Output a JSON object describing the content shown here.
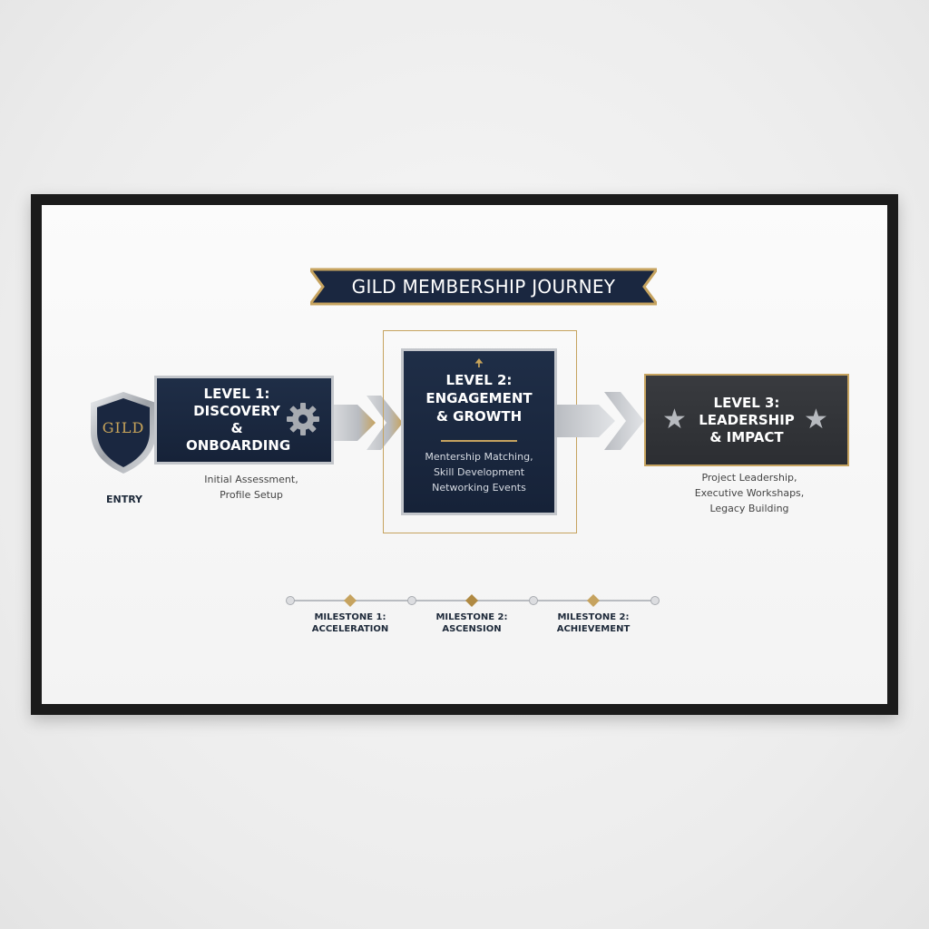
{
  "diagram": {
    "title": "GILD MEMBERSHIP JOURNEY",
    "entry": {
      "logo_text": "GILD",
      "label": "ENTRY"
    },
    "levels": [
      {
        "title_line1": "LEVEL 1:",
        "title_line2": "DISCOVERY &",
        "title_line3": "ONBOARDING",
        "icon": "gear-icon",
        "caption_line1": "Initial Assessment,",
        "caption_line2": "Profile Setup"
      },
      {
        "title_line1": "LEVEL 2:",
        "title_line2": "ENGAGEMENT",
        "title_line3": "& GROWTH",
        "icon": "up-arrow-icon",
        "up_glyph": "🠉",
        "desc_line1": "Mentership Matching,",
        "desc_line2": "Skill Development",
        "desc_line3": "Networking Events"
      },
      {
        "title_line1": "LEVEL 3:",
        "title_line2": "LEADERSHIP",
        "title_line3": "& IMPACT",
        "icon": "star-icon",
        "star_glyph": "★",
        "caption_line1": "Project Leadership,",
        "caption_line2": "Executive Workshaps,",
        "caption_line3": "Legacy Building"
      }
    ],
    "milestones": [
      {
        "line1": "MILESTONE 1:",
        "line2": "ACCELERATION"
      },
      {
        "line1": "MILESTONE 2:",
        "line2": "ASCENSION"
      },
      {
        "line1": "MILESTONE 2:",
        "line2": "ACHIEVEMENT"
      }
    ],
    "colors": {
      "navy": "#1a2740",
      "gold": "#c6a35f",
      "silver": "#c3c6cb",
      "charcoal": "#333539",
      "frame": "#1b1b1b"
    }
  }
}
